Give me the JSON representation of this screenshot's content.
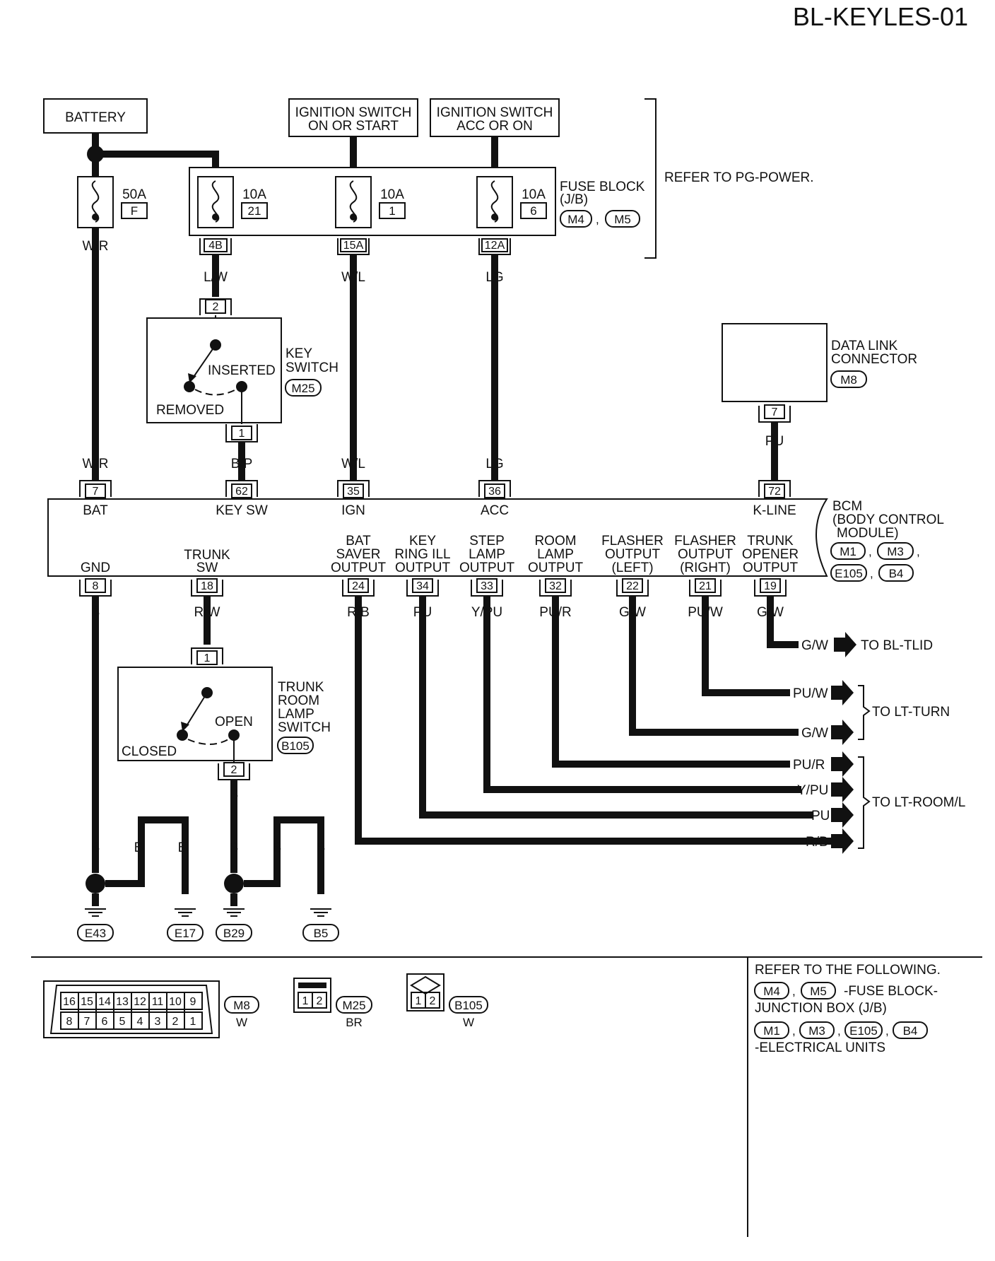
{
  "page_title": "BL-KEYLES-01",
  "sources": {
    "battery": "BATTERY",
    "ign_on_start": [
      "IGNITION SWITCH",
      "ON OR START"
    ],
    "ign_acc_on": [
      "IGNITION SWITCH",
      "ACC OR ON"
    ]
  },
  "fuses": [
    {
      "amp": "50A",
      "id": "F"
    },
    {
      "amp": "10A",
      "id": "21"
    },
    {
      "amp": "10A",
      "id": "1"
    },
    {
      "amp": "10A",
      "id": "6"
    }
  ],
  "fuse_block": {
    "label": [
      "FUSE BLOCK",
      "(J/B)"
    ],
    "connectors": [
      "M4",
      "M5"
    ],
    "terminals": [
      "4B",
      "15A",
      "12A"
    ],
    "refer": "REFER TO PG-POWER."
  },
  "wire_colors": {
    "battery": "W/R",
    "fuse21": "L/W",
    "fuse1": "W/L",
    "fuse6": "LG",
    "key_out": "B/P",
    "dlc": "PU",
    "gnd": "B",
    "trunk_sw": "R/W",
    "bat_saver": "R/B",
    "key_ring": "PU",
    "step": "Y/PU",
    "room": "PU/R",
    "flash_l": "G/W",
    "flash_r": "PU/W",
    "trunk_open": "G/W"
  },
  "key_switch": {
    "label": [
      "KEY",
      "SWITCH"
    ],
    "connector": "M25",
    "pos_a": "INSERTED",
    "pos_b": "REMOVED",
    "pin_in": "2",
    "pin_out": "1"
  },
  "dlc": {
    "label": [
      "DATA LINK",
      "CONNECTOR"
    ],
    "connector": "M8",
    "pin": "7"
  },
  "bcm": {
    "label": [
      "BCM",
      "(BODY CONTROL",
      "MODULE)"
    ],
    "connectors": [
      "M1",
      "M3",
      "E105",
      "B4"
    ],
    "top_pins": [
      {
        "pin": "7",
        "name": "BAT"
      },
      {
        "pin": "62",
        "name": "KEY SW"
      },
      {
        "pin": "35",
        "name": "IGN"
      },
      {
        "pin": "36",
        "name": "ACC"
      },
      {
        "pin": "72",
        "name": "K-LINE"
      }
    ],
    "bottom_pins": [
      {
        "pin": "8",
        "name": [
          "GND"
        ]
      },
      {
        "pin": "18",
        "name": [
          "TRUNK",
          "SW"
        ]
      },
      {
        "pin": "24",
        "name": [
          "BAT",
          "SAVER",
          "OUTPUT"
        ]
      },
      {
        "pin": "34",
        "name": [
          "KEY",
          "RING ILL",
          "OUTPUT"
        ]
      },
      {
        "pin": "33",
        "name": [
          "STEP",
          "LAMP",
          "OUTPUT"
        ]
      },
      {
        "pin": "32",
        "name": [
          "ROOM",
          "LAMP",
          "OUTPUT"
        ]
      },
      {
        "pin": "22",
        "name": [
          "FLASHER",
          "OUTPUT",
          "(LEFT)"
        ]
      },
      {
        "pin": "21",
        "name": [
          "FLASHER",
          "OUTPUT",
          "(RIGHT)"
        ]
      },
      {
        "pin": "19",
        "name": [
          "TRUNK",
          "OPENER",
          "OUTPUT"
        ]
      }
    ]
  },
  "trunk_switch": {
    "label": [
      "TRUNK",
      "ROOM",
      "LAMP",
      "SWITCH"
    ],
    "connector": "B105",
    "pos_a": "OPEN",
    "pos_b": "CLOSED",
    "pin_in": "1",
    "pin_out": "2"
  },
  "grounds": [
    "E43",
    "E17",
    "B29",
    "B5"
  ],
  "destinations": {
    "bl_tlid": "TO BL-TLID",
    "lt_turn": "TO LT-TURN",
    "lt_room": "TO LT-ROOM/L"
  },
  "connector_views": {
    "m8": {
      "id": "M8",
      "color": "W",
      "top": [
        "16",
        "15",
        "14",
        "13",
        "12",
        "11",
        "10",
        "9"
      ],
      "bottom": [
        "8",
        "7",
        "6",
        "5",
        "4",
        "3",
        "2",
        "1"
      ]
    },
    "m25": {
      "id": "M25",
      "color": "BR",
      "pins": [
        "1",
        "2"
      ]
    },
    "b105": {
      "id": "B105",
      "color": "W",
      "pins": [
        "1",
        "2"
      ]
    }
  },
  "refer_following": {
    "title": "REFER TO THE FOLLOWING.",
    "group1": [
      "M4",
      "M5"
    ],
    "group1_desc": [
      "-FUSE BLOCK-",
      "JUNCTION BOX (J/B)"
    ],
    "group2": [
      "M1",
      "M3",
      "E105",
      "B4"
    ],
    "group2_desc": "-ELECTRICAL UNITS"
  }
}
